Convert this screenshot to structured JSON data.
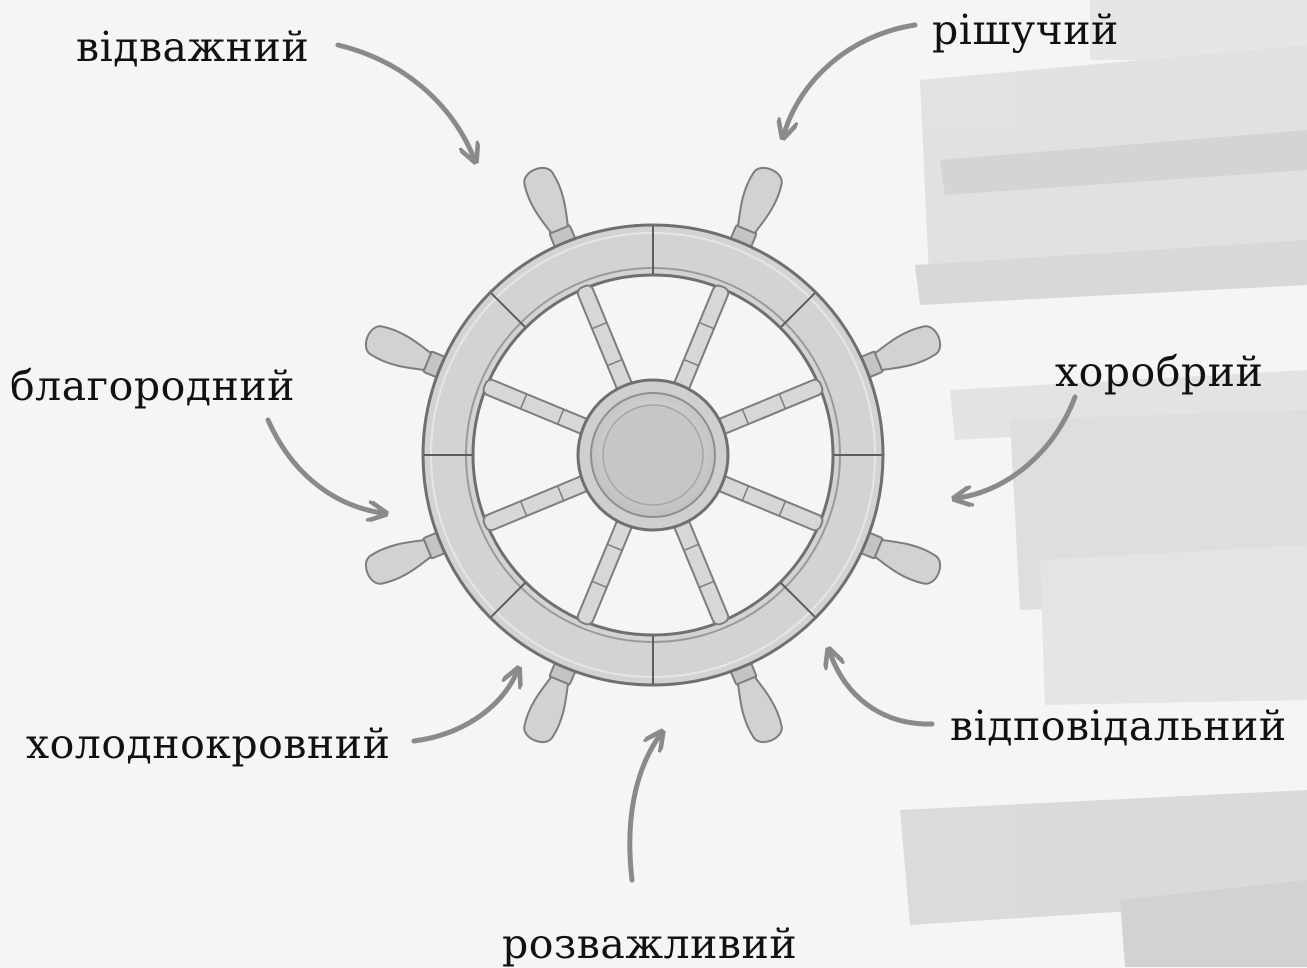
{
  "labels": [
    {
      "id": "bold",
      "text": "відважний"
    },
    {
      "id": "decisive",
      "text": "рішучий"
    },
    {
      "id": "noble",
      "text": "благородний"
    },
    {
      "id": "brave",
      "text": "хоробрий"
    },
    {
      "id": "cool-headed",
      "text": "холоднокровний"
    },
    {
      "id": "responsible",
      "text": "відповідальний"
    },
    {
      "id": "prudent",
      "text": "розважливий"
    }
  ],
  "colors": {
    "background": "#f5f5f5",
    "arrow": "#8a8a8a",
    "wheel_wood": "#d3d3d3",
    "wheel_dark": "#7d7d7d",
    "books": "#dcdcdc"
  },
  "icons": [
    "ship-steering-wheel-icon",
    "books-stack-background"
  ]
}
